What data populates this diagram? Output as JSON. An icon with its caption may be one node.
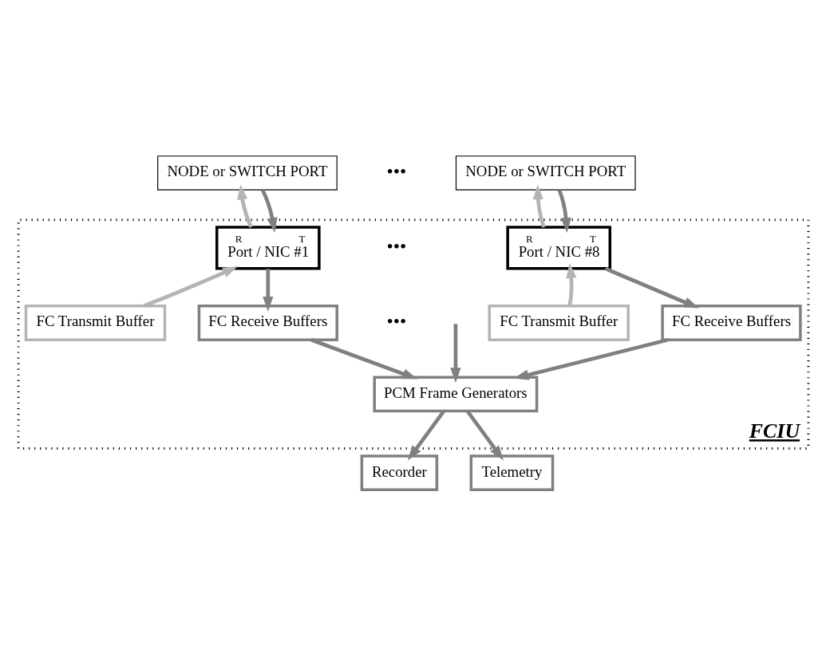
{
  "diagram": {
    "nodes": [
      {
        "text": [
          "FCIU"
        ]
      },
      {
        "text": [
          "NODE or SWITCH PORT"
        ]
      },
      {
        "text": [
          "NODE or SWITCH PORT"
        ]
      },
      {
        "text": [
          "R",
          "T",
          "Port / NIC #1"
        ],
        "in": 0
      },
      {
        "text": [
          "R",
          "T",
          "Port / NIC #8"
        ],
        "in": 0
      },
      {
        "text": [
          "FC Transmit Buffer"
        ],
        "in": 0
      },
      {
        "text": [
          "FC Receive Buffers"
        ],
        "in": 0
      },
      {
        "text": [
          "FC Transmit Buffer"
        ],
        "in": 0
      },
      {
        "text": [
          "FC Receive Buffers"
        ],
        "in": 0
      },
      {
        "text": [
          "PCM Frame Generators"
        ],
        "in": 0
      },
      {
        "text": [
          "Recorder"
        ]
      },
      {
        "text": [
          "Telemetry"
        ]
      }
    ],
    "edges": [
      {
        "from": 3,
        "to": 1,
        "arrow": "to",
        "color": "#b4b4b4"
      },
      {
        "from": 1,
        "to": 3,
        "arrow": "to"
      },
      {
        "from": 5,
        "to": 3,
        "arrow": "to",
        "color": "#b4b4b4"
      },
      {
        "from": 3,
        "to": 6,
        "arrow": "to"
      },
      {
        "from": 4,
        "to": 2,
        "arrow": "to",
        "color": "#b4b4b4"
      },
      {
        "from": 2,
        "to": 4,
        "arrow": "to"
      },
      {
        "from": 7,
        "to": 4,
        "arrow": "to",
        "color": "#b4b4b4"
      },
      {
        "from": 4,
        "to": 8,
        "arrow": "to"
      },
      {
        "from": 6,
        "to": 9,
        "arrow": "to"
      },
      {
        "from": null,
        "to": 9,
        "arrow": "to"
      },
      {
        "from": 8,
        "to": 9,
        "arrow": "to"
      },
      {
        "from": 9,
        "to": 10,
        "arrow": "to"
      },
      {
        "from": 9,
        "to": 11,
        "arrow": "to"
      }
    ],
    "labels": [
      "•••",
      "•••",
      "•••"
    ]
  }
}
